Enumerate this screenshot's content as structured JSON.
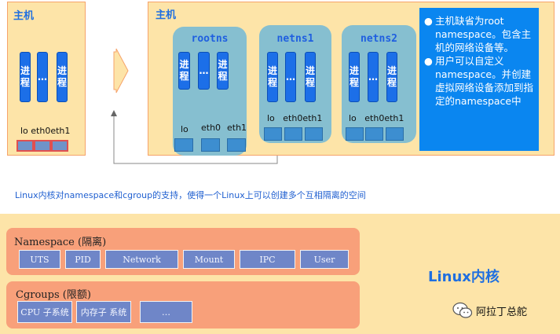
{
  "left_host": {
    "title": "主机",
    "processes": [
      [
        "进",
        "程"
      ],
      [
        "…"
      ],
      [
        "进",
        "程"
      ]
    ],
    "iface_label": "lo  eth0eth1"
  },
  "right_host": {
    "title": "主机",
    "namespaces": [
      {
        "title": "rootns",
        "processes": [
          [
            "进",
            "程"
          ],
          [
            "…"
          ],
          [
            "进",
            "程"
          ]
        ],
        "ifaces": [
          "lo",
          "eth0",
          "eth1"
        ]
      },
      {
        "title": "netns1",
        "processes": [
          [
            "进",
            "程"
          ],
          [
            "…"
          ],
          [
            "进",
            "程"
          ]
        ],
        "ifaces_label": "lo   eth0eth1"
      },
      {
        "title": "netns2",
        "processes": [
          [
            "进",
            "程"
          ],
          [
            "…"
          ],
          [
            "进",
            "程"
          ]
        ],
        "ifaces_label": "lo   eth0eth1"
      }
    ],
    "notes": [
      "主机缺省为root namespace。包含主机的网络设备等。",
      "用户可以自定义namespace。并创建虚拟网络设备添加到指定的namespace中"
    ]
  },
  "caption": "Linux内核对namespace和cgroup的支持，使得一个Linux上可以创建多个互相隔离的空间",
  "kernel": {
    "title": "Linux内核",
    "namespace_group": {
      "title": "Namespace (隔离)",
      "items": [
        "UTS",
        "PID",
        "Network",
        "Mount",
        "IPC",
        "User"
      ]
    },
    "cgroups_group": {
      "title": "Cgroups (限额)",
      "items": [
        "CPU 子系统",
        "内存子 系统",
        "…"
      ]
    },
    "watermark": "阿拉丁总舵"
  }
}
